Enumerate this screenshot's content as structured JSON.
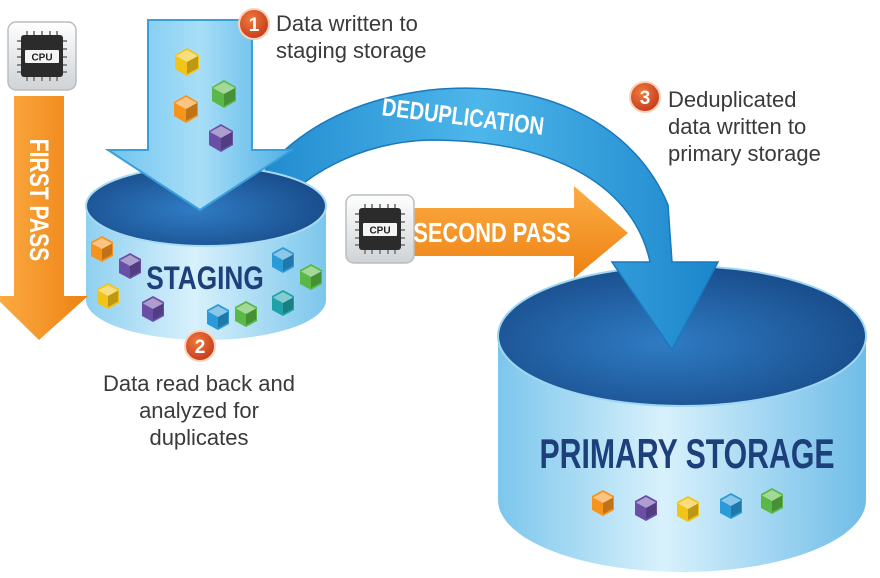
{
  "steps": [
    {
      "number": "1",
      "lines": [
        "Data written to",
        "staging storage"
      ]
    },
    {
      "number": "2",
      "lines": [
        "Data read back and",
        "analyzed for duplicates"
      ]
    },
    {
      "number": "3",
      "lines": [
        "Deduplicated",
        "data written to",
        "primary storage"
      ]
    }
  ],
  "labels": {
    "staging": "STAGING",
    "primary": "PRIMARY STORAGE",
    "first_pass": "FIRST PASS",
    "second_pass": "SECOND PASS",
    "deduplication": "DEDUPLICATION",
    "cpu": "CPU"
  },
  "colors": {
    "arrow_blue": "#2a9ad8",
    "arrow_orange": "#f7941d",
    "cylinder_top": "#1f5fa6",
    "cylinder_side": "#a9dcf5",
    "label_navy": "#1d3f7a",
    "badge": "#d4451f",
    "cubes": [
      "#f7941d",
      "#6a4fa6",
      "#f2c318",
      "#2a9ad8",
      "#5ab946",
      "#1fa3a8"
    ]
  },
  "icons": [
    "cpu-chip-icon",
    "cube-icon",
    "step-badge-icon"
  ]
}
